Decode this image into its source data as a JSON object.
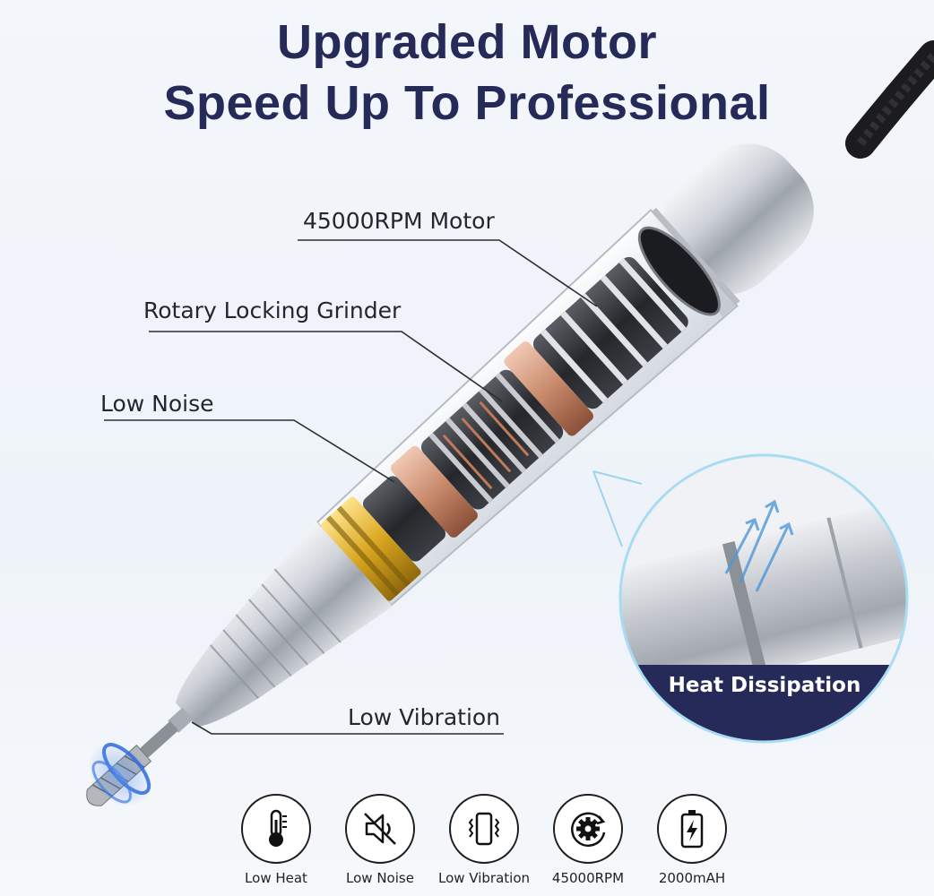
{
  "headline": {
    "line1": "Upgraded Motor",
    "line2": "Speed Up To Professional"
  },
  "callouts": {
    "motor": "45000RPM Motor",
    "grinder": "Rotary Locking Grinder",
    "noise": "Low Noise",
    "vibration": "Low Vibration"
  },
  "inset": {
    "label": "Heat Dissipation"
  },
  "features": [
    {
      "label": "Low Heat",
      "icon": "thermometer-icon"
    },
    {
      "label": "Low Noise",
      "icon": "speaker-muted-icon"
    },
    {
      "label": "Low Vibration",
      "icon": "phone-vibration-icon"
    },
    {
      "label": "45000RPM",
      "icon": "gear-rotation-icon"
    },
    {
      "label": "2000mAH",
      "icon": "battery-charging-icon"
    }
  ],
  "colors": {
    "headline": "#262a58",
    "inset_banner": "#262a58",
    "copper": "#c98a6c",
    "gold": "#d9a520",
    "silver": "#c8ccd2"
  }
}
